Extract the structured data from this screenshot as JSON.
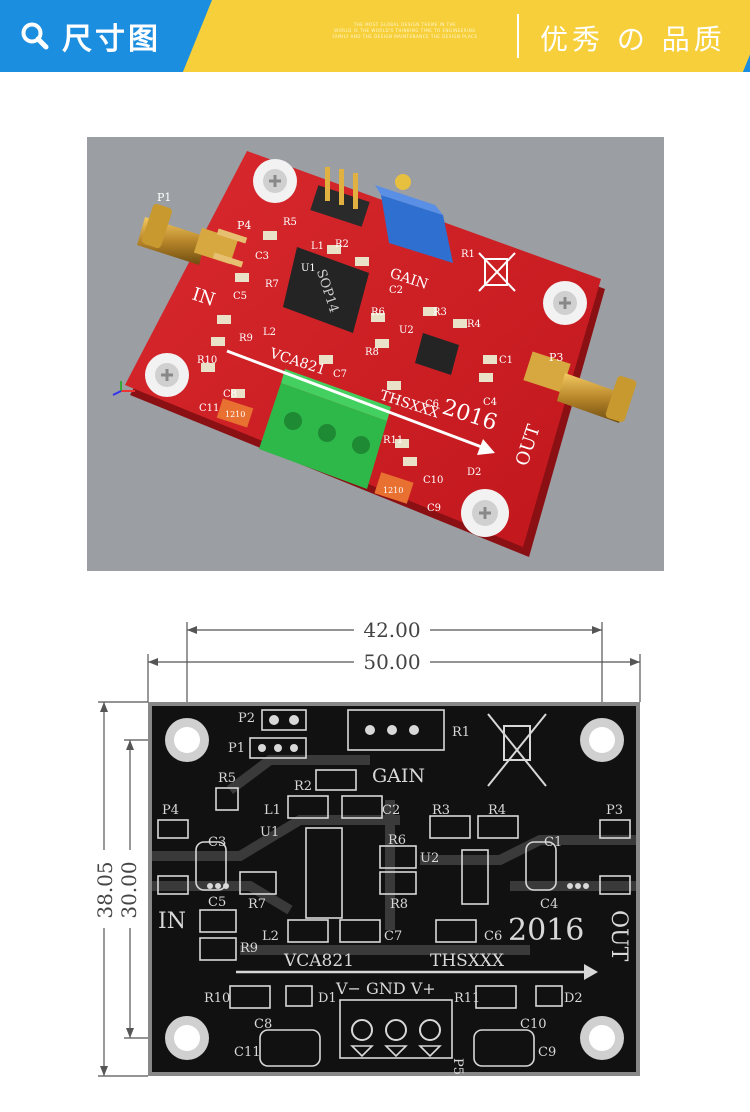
{
  "header": {
    "title": "尺寸图",
    "tagline_lines": [
      "THE MOST GLOBAL DESIGN THEME IN THE",
      "WORLD IS THE WORLD'S THINKING TIME TO ENGINEERING",
      "FAMILY AND THE DESIGN MAINTENANCE THE DESIGN PLACE"
    ],
    "right_title": "优秀 の 品质",
    "colors": {
      "blue": "#1c8ee0",
      "yellow": "#f6cf3a"
    },
    "search_icon": "search-icon"
  },
  "render": {
    "labels": {
      "p1": "P1",
      "p3": "P3",
      "p4": "P4",
      "r1": "R1",
      "r2": "R2",
      "r3": "R3",
      "r4": "R4",
      "r5": "R5",
      "r6": "R6",
      "r7": "R7",
      "r8": "R8",
      "r9": "R9",
      "r10": "R10",
      "r11": "R11",
      "c1": "C1",
      "c2": "C2",
      "c3": "C3",
      "c4": "C4",
      "c5": "C5",
      "c6": "C6",
      "c7": "C7",
      "c8": "C8",
      "c9": "C9",
      "c10": "C10",
      "c11": "C11",
      "l1": "L1",
      "l2": "L2",
      "u1": "U1",
      "u2": "U2",
      "d2": "D2",
      "gain": "GAIN",
      "in": "IN",
      "out": "OUT",
      "vca": "VCA821",
      "ths": "THSXXX",
      "year": "2016",
      "sop": "SOP14",
      "size1210_a": "1210",
      "size1210_b": "1210"
    },
    "colors": {
      "board": "#cf1f26",
      "background": "#9b9ea2",
      "terminal": "#2fb84a",
      "pot": "#2f6fd0"
    }
  },
  "drawing": {
    "dim_top_inner": "42.00",
    "dim_top_outer": "50.00",
    "dim_left_outer": "38.05",
    "dim_left_inner": "30.00",
    "labels": {
      "p1": "P1",
      "p2": "P2",
      "p3": "P3",
      "p4": "P4",
      "p5": "P5",
      "r1": "R1",
      "r2": "R2",
      "r3": "R3",
      "r4": "R4",
      "r5": "R5",
      "r6": "R6",
      "r7": "R7",
      "r8": "R8",
      "r9": "R9",
      "r10": "R10",
      "r11": "R11",
      "c1": "C1",
      "c2": "C2",
      "c3": "C3",
      "c4": "C4",
      "c5": "C5",
      "c6": "C6",
      "c7": "C7",
      "c8": "C8",
      "c9": "C9",
      "c10": "C10",
      "c11": "C11",
      "l1": "L1",
      "l2": "L2",
      "u1": "U1",
      "u2": "U2",
      "d1": "D1",
      "d2": "D2",
      "gain": "GAIN",
      "in": "IN",
      "out": "OUT",
      "vca": "VCA821",
      "ths": "THSXXX",
      "year": "2016",
      "power": "V−  GND V+"
    },
    "colors": {
      "board": "#111111",
      "silk": "#d8d8d8",
      "trace": "#333333"
    }
  }
}
